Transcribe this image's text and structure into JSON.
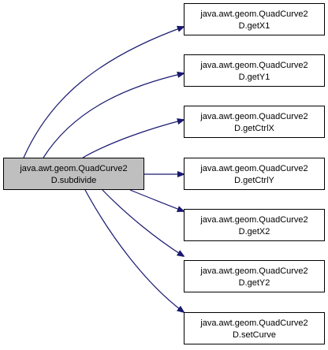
{
  "caller": {
    "line1": "java.awt.geom.QuadCurve2",
    "line2": "D.subdivide"
  },
  "callees": [
    {
      "line1": "java.awt.geom.QuadCurve2",
      "line2": "D.getX1"
    },
    {
      "line1": "java.awt.geom.QuadCurve2",
      "line2": "D.getY1"
    },
    {
      "line1": "java.awt.geom.QuadCurve2",
      "line2": "D.getCtrlX"
    },
    {
      "line1": "java.awt.geom.QuadCurve2",
      "line2": "D.getCtrlY"
    },
    {
      "line1": "java.awt.geom.QuadCurve2",
      "line2": "D.getX2"
    },
    {
      "line1": "java.awt.geom.QuadCurve2",
      "line2": "D.getY2"
    },
    {
      "line1": "java.awt.geom.QuadCurve2",
      "line2": "D.setCurve"
    }
  ],
  "colors": {
    "caller_fill": "#bfbfbf",
    "node_fill": "#ffffff",
    "node_stroke": "#000000",
    "edge": "#191970"
  }
}
